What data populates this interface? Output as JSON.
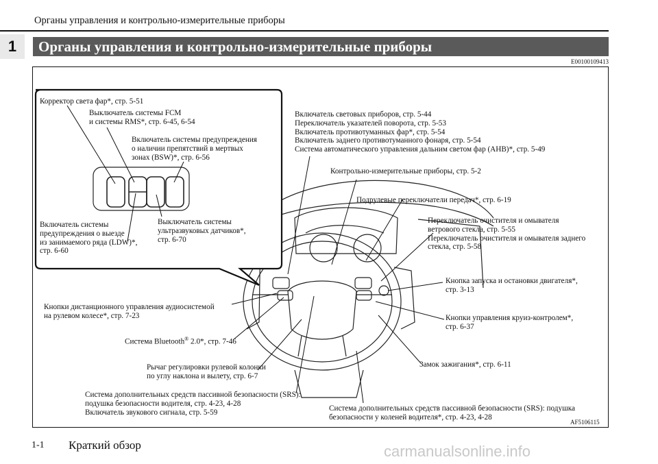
{
  "header": {
    "running_title": "Органы управления и контрольно-измерительные приборы",
    "chapter_number": "1",
    "section_title": "Органы управления и контрольно-измерительные приборы",
    "doc_code": "E00100109413"
  },
  "figure": {
    "code": "AF5106115",
    "labels": {
      "headlight": "Корректор света фар*, стр. 5-51",
      "fcm": "Выключатель системы FCM\nи системы RMS*, стр. 6-45, 6-54",
      "bsw": "Включатель системы предупреждения\nо наличии препятствий в мертвых\nзонах (BSW)*, стр. 6-56",
      "ldw": "Включатель системы\nпредупреждения о выезде\nиз занимаемого ряда (LDW)*,\nстр. 6-60",
      "sonar": "Выключатель системы\nультразвуковых датчиков*,\nстр. 6-70",
      "lights": "Включатель световых приборов, стр. 5-44\nПереключатель указателей поворота, стр. 5-53\nВключатель противотуманных фар*, стр. 5-54\nВключатель заднего противотуманного фонаря, стр. 5-54\nСистема автоматического управления дальним светом фар (AHB)*, стр. 5-49",
      "gauges": "Контрольно-измерительные приборы, стр. 5-2",
      "paddles": "Подрулевые переключатели передач*, стр. 6-19",
      "wipers": "Переключатель очистителя и омывателя\nветрового стекла, стр. 5-55\nПереключатель очистителя и омывателя заднего\nстекла, стр. 5-58",
      "engine": "Кнопка запуска и остановки двигателя*,\nстр. 3-13",
      "cruise": "Кнопки управления круиз-контролем*,\nстр. 6-37",
      "ignition": "Замок зажигания*, стр. 6-11",
      "audio": "Кнопки дистанционного управления аудиосистемой\nна рулевом колесе*, стр. 7-23",
      "bluetooth_pre": "Система Bluetooth",
      "bluetooth_sup": "®",
      "bluetooth_post": " 2.0*, стр. 7-46",
      "tilt": "Рычаг регулировки рулевой колонки\nпо углу наклона и вылету, стр. 6-7",
      "srs_driver": "Система дополнительных средств пассивной безопасности (SRS):\nподушка безопасности водителя, стр. 4-23, 4-28\nВключатель звукового сигнала, стр. 5-59",
      "srs_knee": "Система дополнительных средств пассивной безопасности (SRS): подушка\nбезопасности у коленей водителя*, стр. 4-23, 4-28"
    }
  },
  "footer": {
    "page_number": "1-1",
    "title": "Краткий обзор"
  },
  "watermark": "carmanualsonline.info"
}
